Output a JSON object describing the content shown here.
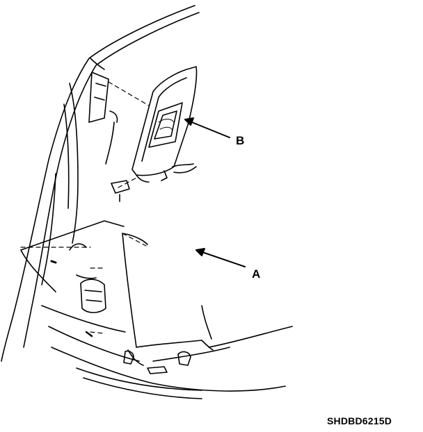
{
  "diagram": {
    "callouts": {
      "a": "A",
      "b": "B"
    },
    "figure_code": "SHDBD6215D"
  }
}
